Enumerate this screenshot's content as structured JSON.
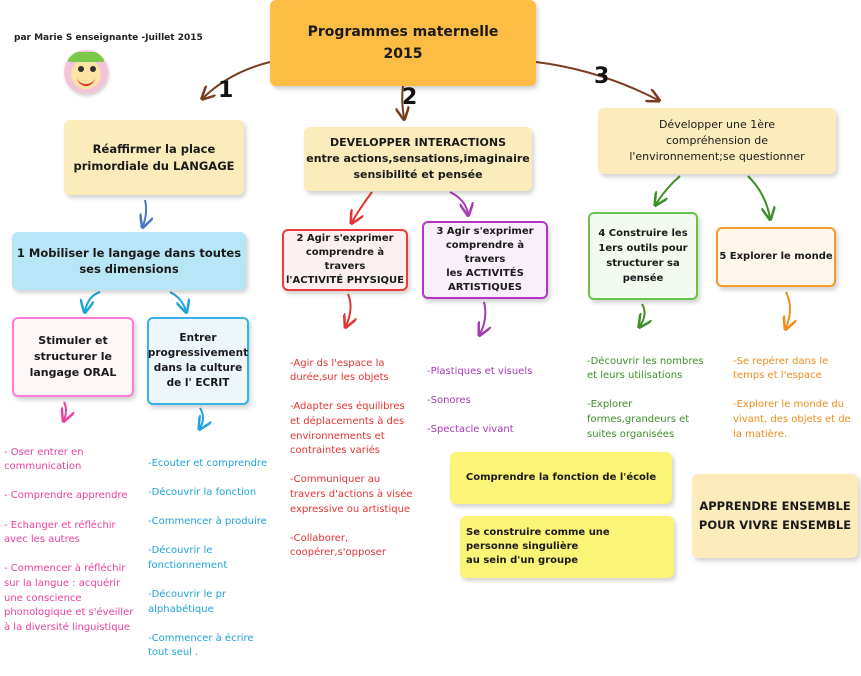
{
  "author": "par Marie S enseignante -Juillet 2015",
  "root": {
    "title": "Programmes maternelle\n2015"
  },
  "numbers": [
    "1",
    "2",
    "3"
  ],
  "branches": {
    "b1": "Réaffirmer la place\nprimordiale du LANGAGE",
    "b2": "DEVELOPPER  INTERACTIONS\nentre actions,sensations,imaginaire\nsensibilité et pensée",
    "b3": "Développer une 1ère\ncompréhension de\nl'environnement;se questionner"
  },
  "learning": {
    "l1": "1 Mobiliser le langage dans toutes\nses dimensions",
    "l1a": "Stimuler et\nstructurer le\nlangage ORAL",
    "l1b": "Entrer\nprogressivement\ndans la culture\nde l' ECRIT",
    "l2": "2 Agir s'exprimer\ncomprendre à travers\nl'ACTIVITÉ PHYSIQUE",
    "l3": "3 Agir s'exprimer\ncomprendre à travers\nles ACTIVITÉS\nARTISTIQUES",
    "l4": "4 Construire les\n1ers outils pour\nstructurer sa\npensée",
    "l5": "5 Explorer le monde"
  },
  "lists": {
    "pink": [
      "- Oser entrer en\ncommunication",
      "- Comprendre apprendre",
      "- Echanger et réfléchir\navec les autres",
      "- Commencer à réfléchir\nsur la langue : acquérir\nune conscience\nphonologique et s'éveiller\nà la diversité linguistique"
    ],
    "blue": [
      "-Ecouter et comprendre",
      "-Découvrir la fonction",
      "-Commencer à produire",
      "-Découvrir le\nfonctionnement",
      "-Découvrir le pr\nalphabétique",
      "-Commencer à écrire\ntout seul ."
    ],
    "red": [
      "-Agir ds l'espace la\ndurée,sur les objets",
      "-Adapter ses équilibres\net déplacements à des\nenvironnements et\ncontraintes variés",
      "-Communiquer au\ntravers d'actions à visée\nexpressive ou artistique",
      "-Collaborer,\ncoopérer,s'opposer"
    ],
    "purple": [
      "-Plastiques et visuels",
      "-Sonores",
      "-Spectacle vivant"
    ],
    "green": [
      "-Découvrir les nombres\net leurs utilisations",
      "-Explorer\nformes,grandeurs et\nsuites organisées"
    ],
    "orange": [
      "-Se repérer dans le\ntemps et l'espace",
      "-Explorer le monde du\nvivant, des objets et de\nla matière."
    ]
  },
  "bottom": {
    "ecole": "Comprendre la fonction de l'école",
    "groupe": "Se construire comme une\npersonne singulière\nau sein d'un groupe",
    "ensemble": "APPRENDRE ENSEMBLE\nPOUR VIVRE ENSEMBLE"
  },
  "colors": {
    "root": "#fdbd45",
    "branch": "#fcecbc",
    "langage": "#b7e6f6",
    "pink": "#ec3f9f",
    "blue": "#1fa3da",
    "red": "#e63333",
    "purple": "#a63bb5",
    "green": "#3d8f29",
    "orange": "#ef8c1e",
    "yellow": "#fbf476"
  }
}
